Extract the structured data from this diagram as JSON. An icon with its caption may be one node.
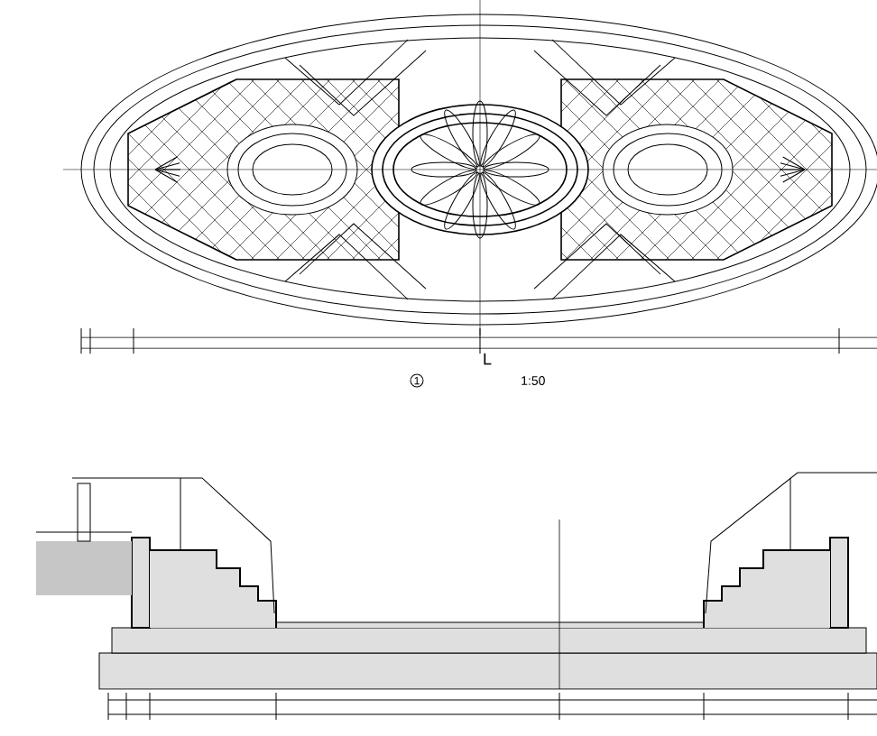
{
  "diagram": {
    "labels": [
      "L",
      "1",
      "1:50"
    ]
  }
}
